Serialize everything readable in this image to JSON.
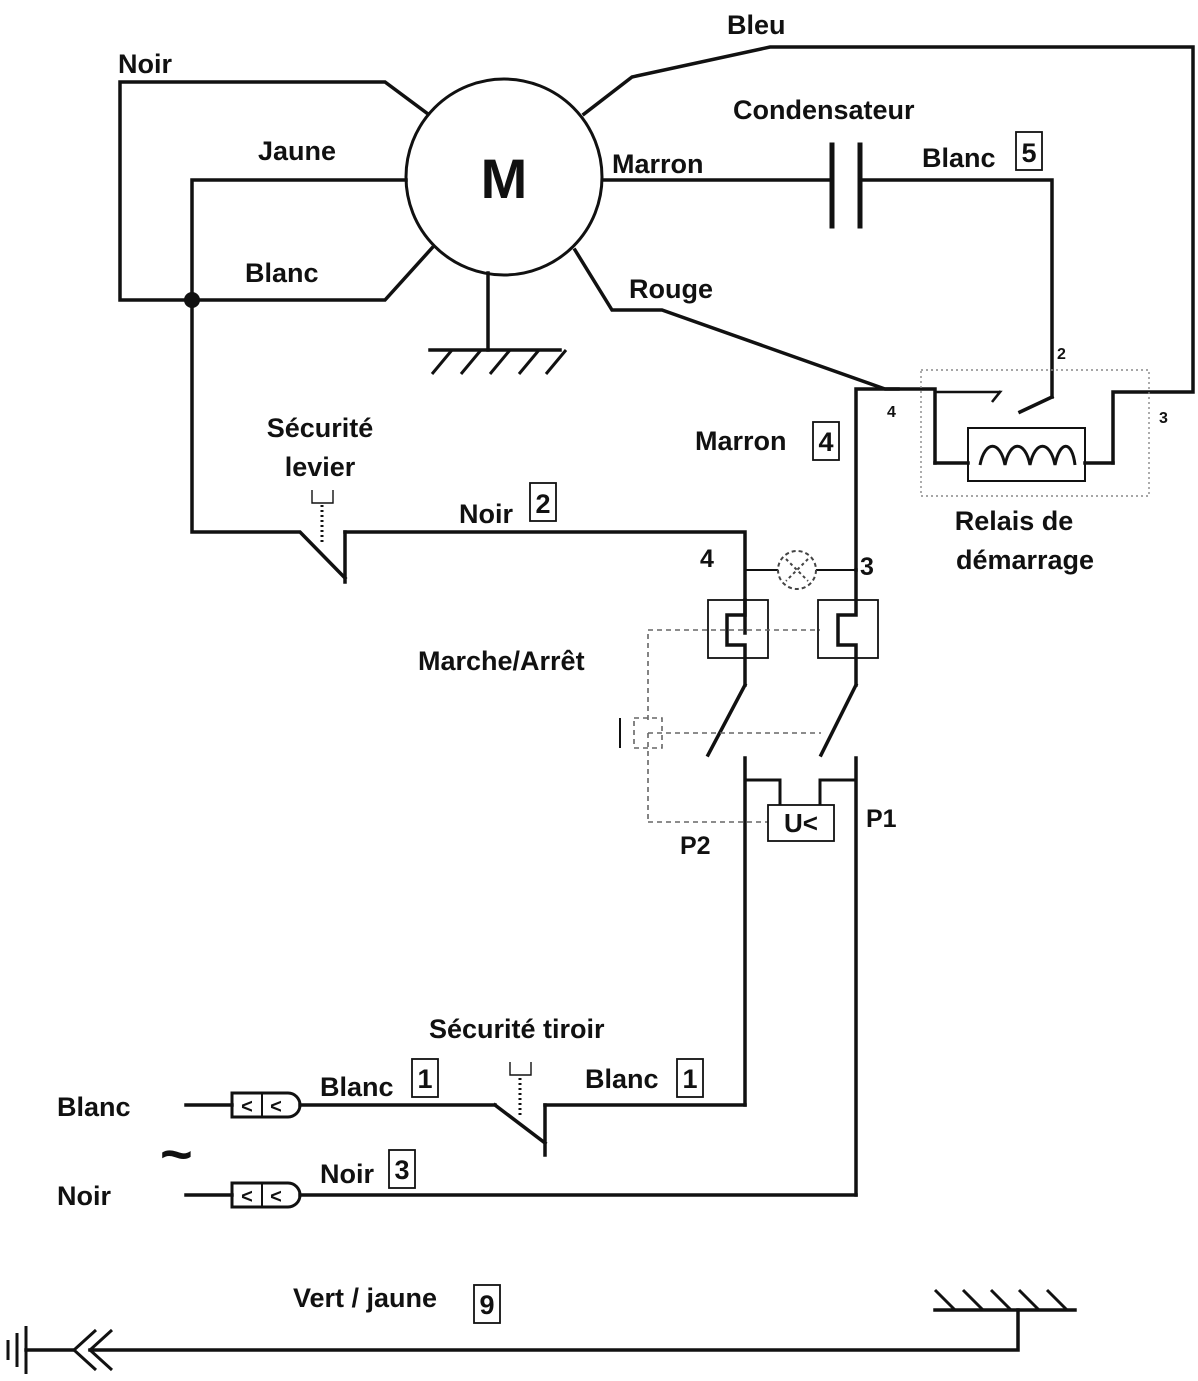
{
  "motor": {
    "label": "M"
  },
  "wires": {
    "noir_top": "Noir",
    "bleu": "Bleu",
    "jaune": "Jaune",
    "blanc_motor": "Blanc",
    "marron_motor": "Marron",
    "rouge": "Rouge",
    "blanc5": "Blanc",
    "marron4": "Marron",
    "noir2": "Noir",
    "blanc1a": "Blanc",
    "blanc1b": "Blanc",
    "noir3": "Noir",
    "vert_jaune": "Vert / jaune"
  },
  "wire_numbers": {
    "blanc5": "5",
    "marron4": "4",
    "noir2": "2",
    "blanc1a": "1",
    "blanc1b": "1",
    "noir3": "3",
    "vert_jaune": "9"
  },
  "components": {
    "condensateur": "Condensateur",
    "relais_line1": "Relais de",
    "relais_line2": "démarrage",
    "securite_levier_1": "Sécurité",
    "securite_levier_2": "levier",
    "marche_arret": "Marche/Arrêt",
    "securite_tiroir": "Sécurité tiroir",
    "undervoltage": "U<"
  },
  "terminals": {
    "relay_2": "2",
    "relay_3": "3",
    "relay_4": "4",
    "switch_4": "4",
    "switch_3": "3",
    "p1": "P1",
    "p2": "P2"
  },
  "supply": {
    "line_blanc": "Blanc",
    "line_noir": "Noir",
    "ac_symbol": "~"
  }
}
